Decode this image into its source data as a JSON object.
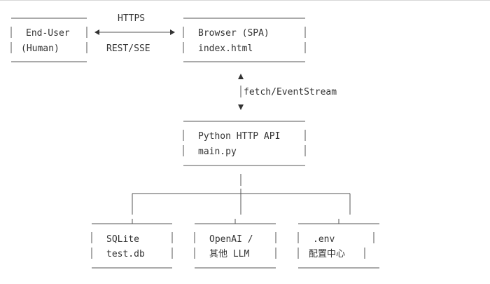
{
  "nodes": {
    "end_user": {
      "line1": "End-User",
      "line2": "(Human)"
    },
    "browser": {
      "line1": "Browser (SPA)",
      "line2": "index.html"
    },
    "python_api": {
      "line1": "Python HTTP API",
      "line2": "main.py"
    },
    "sqlite": {
      "line1": "SQLite",
      "line2": "test.db"
    },
    "openai": {
      "line1": "OpenAI /",
      "line2": "其他 LLM"
    },
    "env": {
      "line1": ".env",
      "line2": "配置中心"
    }
  },
  "edges": {
    "user_browser_top": "HTTPS",
    "user_browser_bottom": "REST/SSE",
    "browser_api": "fetch/EventStream"
  }
}
